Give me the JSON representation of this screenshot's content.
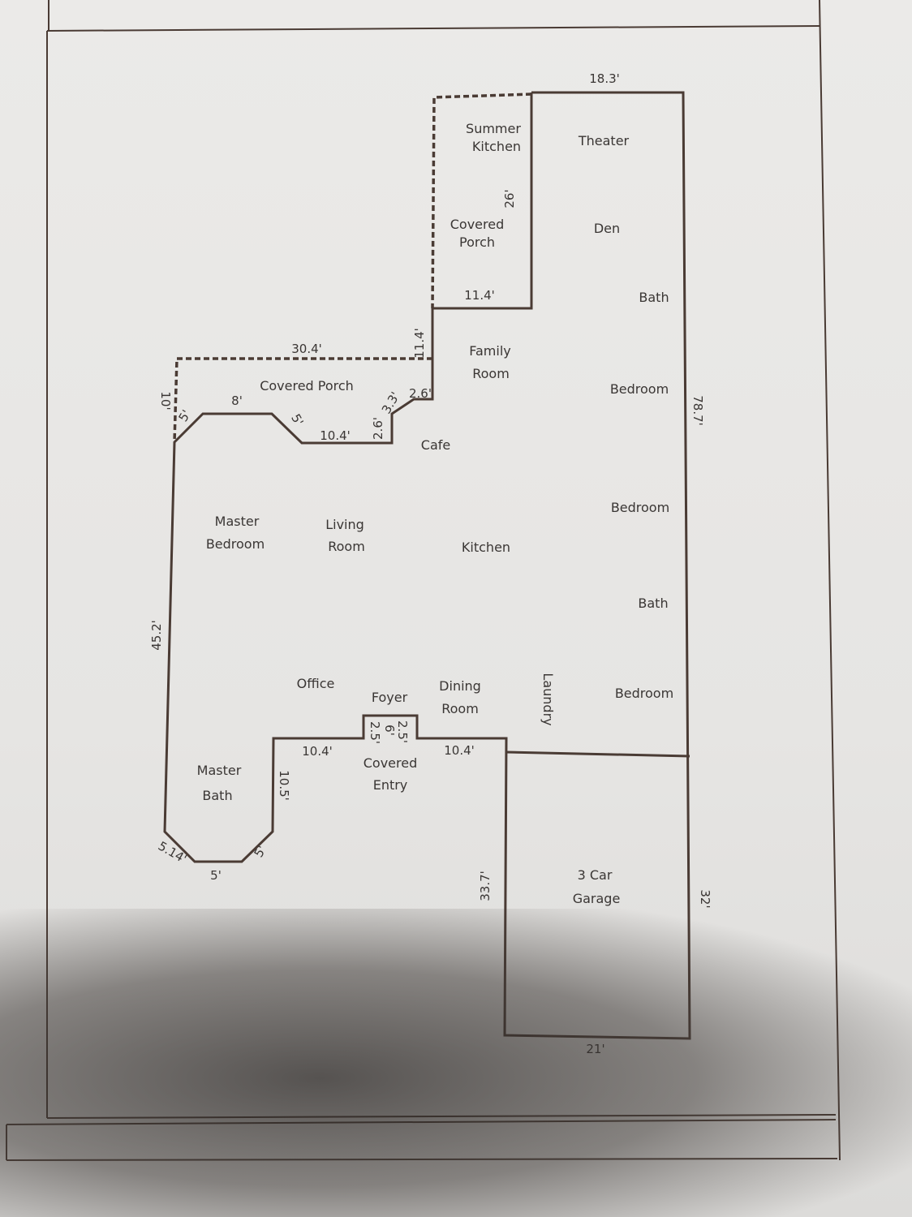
{
  "colors": {
    "paper": "#e9e8e6",
    "ink": "#4a3b34",
    "text": "#3a3634"
  },
  "rooms": {
    "summer_kitchen_1": "Summer",
    "summer_kitchen_2": "Kitchen",
    "theater": "Theater",
    "covered_porch_top_1": "Covered",
    "covered_porch_top_2": "Porch",
    "den": "Den",
    "bath_top": "Bath",
    "family_room_1": "Family",
    "family_room_2": "Room",
    "covered_porch_left": "Covered Porch",
    "bedroom_1": "Bedroom",
    "cafe": "Cafe",
    "bedroom_2": "Bedroom",
    "master_bedroom_1": "Master",
    "master_bedroom_2": "Bedroom",
    "living_room_1": "Living",
    "living_room_2": "Room",
    "kitchen": "Kitchen",
    "bath_mid": "Bath",
    "office": "Office",
    "foyer": "Foyer",
    "dining_room_1": "Dining",
    "dining_room_2": "Room",
    "laundry": "Laundry",
    "bedroom_3": "Bedroom",
    "master_bath_1": "Master",
    "master_bath_2": "Bath",
    "covered_entry_1": "Covered",
    "covered_entry_2": "Entry",
    "garage_1": "3 Car",
    "garage_2": "Garage"
  },
  "dimensions": {
    "top_width": "18.3'",
    "summer_kitchen_height": "26'",
    "porch_width": "11.4'",
    "porch_step": "11.4'",
    "left_porch_width": "30.4'",
    "left_porch_depth": "10'",
    "bay_left_diag": "5'",
    "bay_top": "8'",
    "bay_right_diag": "5'",
    "porch_bottom": "10.4'",
    "step_26a": "2.6'",
    "step_33": "3.3'",
    "step_26b": "2.6'",
    "right_height": "78.7'",
    "left_height": "45.2'",
    "office_bottom": "10.4'",
    "entry_left": "2.5'",
    "entry_top": "6'",
    "entry_right": "2.5'",
    "dining_bottom": "10.4'",
    "master_bath_right": "10.5'",
    "bath_diag_left": "5.14'",
    "bath_bottom": "5'",
    "bath_diag_right": "5'",
    "garage_left": "33.7'",
    "garage_right": "32'",
    "garage_bottom": "21'"
  }
}
